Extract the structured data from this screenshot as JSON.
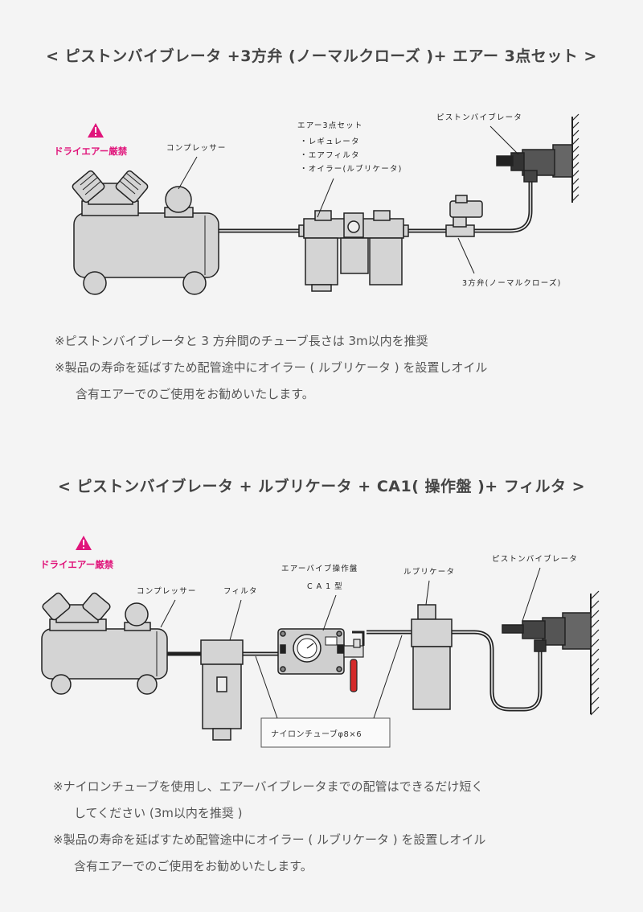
{
  "section1": {
    "title": "< ピストンバイブレータ +3方弁 (ノーマルクローズ )+ エアー 3点セット >",
    "warning": "ドライエアー厳禁",
    "labels": {
      "compressor": "コンプレッサー",
      "air_set_title": "エアー3点セット",
      "air_set_item1": "・レギュレータ",
      "air_set_item2": "・エアフィルタ",
      "air_set_item3": "・オイラー(ルブリケータ)",
      "vibrator": "ピストンバイブレータ",
      "valve": "3方弁(ノーマルクローズ)"
    },
    "notes": [
      "※ピストンバイブレータと 3 方弁間のチューブ長さは 3m以内を推奨",
      "※製品の寿命を延ばすため配管途中にオイラー ( ルブリケータ ) を設置しオイル",
      "含有エアーでのご使用をお勧めいたします。"
    ]
  },
  "section2": {
    "title": "< ピストンバイブレータ + ルブリケータ + CA1( 操作盤 )+ フィルタ >",
    "warning": "ドライエアー厳禁",
    "labels": {
      "compressor": "コンプレッサー",
      "filter": "フィルタ",
      "panel_title": "エアーバイブ操作盤",
      "panel_model": "CA1型",
      "lubricator": "ルブリケータ",
      "vibrator": "ピストンバイブレータ",
      "tube": "ナイロンチューブφ8×6"
    },
    "notes": [
      "※ナイロンチューブを使用し、エアーバイブレータまでの配管はできるだけ短く",
      "してください (3m以内を推奨 )",
      "※製品の寿命を延ばすため配管途中にオイラー ( ルブリケータ ) を設置しオイル",
      "含有エアーでのご使用をお勧めいたします。"
    ]
  },
  "colors": {
    "warning": "#e0157b",
    "equipment_fill": "#d4d4d4",
    "pipe": "#222222",
    "valve_red": "#d42a2a"
  }
}
